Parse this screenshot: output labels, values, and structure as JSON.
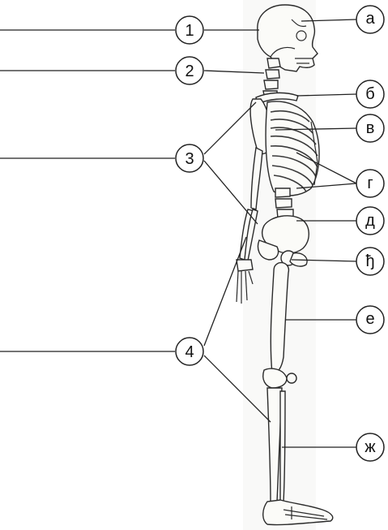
{
  "left_labels": [
    {
      "id": "1",
      "text": "1"
    },
    {
      "id": "2",
      "text": "2"
    },
    {
      "id": "3",
      "text": "3"
    },
    {
      "id": "4",
      "text": "4"
    }
  ],
  "right_labels": [
    {
      "id": "a",
      "text": "а"
    },
    {
      "id": "b",
      "text": "б"
    },
    {
      "id": "v",
      "text": "в"
    },
    {
      "id": "g",
      "text": "г"
    },
    {
      "id": "d",
      "text": "д"
    },
    {
      "id": "dj",
      "text": "ђ"
    },
    {
      "id": "e",
      "text": "е"
    },
    {
      "id": "zh",
      "text": "ж"
    }
  ],
  "colors": {
    "line": "#222222",
    "bone": "#fbfbf8",
    "background": "#ffffff"
  },
  "figure": "skeleton-side-view"
}
